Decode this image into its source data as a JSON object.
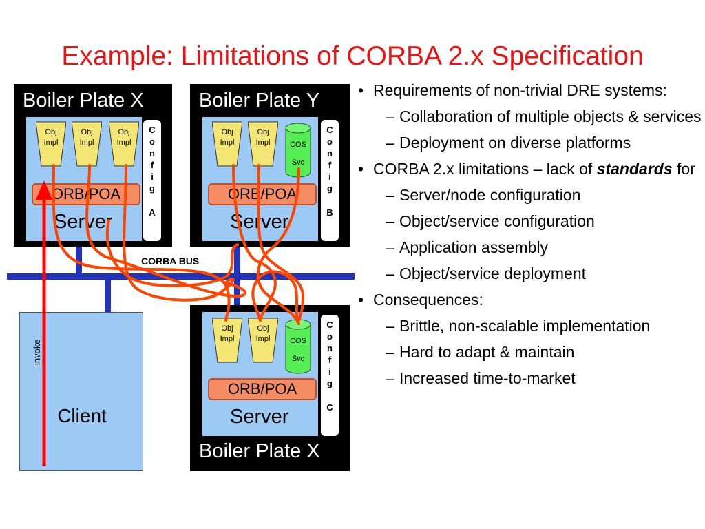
{
  "title": "Example: Limitations of CORBA 2.x Specification",
  "diagram": {
    "plate_x": {
      "label": "Boiler Plate X",
      "server_label": "Server",
      "orb_label": "ORB/POA",
      "config_letters": [
        "C",
        "o",
        "n",
        "f",
        "i",
        "g"
      ],
      "config_id": "A",
      "components": [
        {
          "line1": "Obj",
          "line2": "Impl"
        },
        {
          "line1": "Obj",
          "line2": "Impl"
        },
        {
          "line1": "Obj",
          "line2": "Impl"
        }
      ]
    },
    "plate_y": {
      "label": "Boiler Plate Y",
      "server_label": "Server",
      "orb_label": "ORB/POA",
      "config_letters": [
        "C",
        "o",
        "n",
        "f",
        "i",
        "g"
      ],
      "config_id": "B",
      "components": [
        {
          "line1": "Obj",
          "line2": "Impl"
        },
        {
          "line1": "Obj",
          "line2": "Impl"
        }
      ],
      "cos": {
        "line1": "COS",
        "line2": "Svc"
      }
    },
    "plate_x2": {
      "label": "Boiler Plate X",
      "server_label": "Server",
      "orb_label": "ORB/POA",
      "config_letters": [
        "C",
        "o",
        "n",
        "f",
        "i",
        "g"
      ],
      "config_id": "C",
      "components": [
        {
          "line1": "Obj",
          "line2": "Impl"
        },
        {
          "line1": "Obj",
          "line2": "Impl"
        }
      ],
      "cos": {
        "line1": "COS",
        "line2": "Svc"
      }
    },
    "bus_label": "CORBA BUS",
    "client_label": "Client",
    "invoke_label": "invoke",
    "colors": {
      "title": "#ee1111",
      "plate": "#000000",
      "server_bg": "#9ccaf4",
      "orb": "#f58c64",
      "cos": "#55ee55",
      "bus": "#2233bb",
      "links": "#ff4400"
    }
  },
  "bullets": [
    {
      "level": 1,
      "text": "Requirements of non-trivial DRE systems:"
    },
    {
      "level": 2,
      "text": "Collaboration of multiple objects & services"
    },
    {
      "level": 2,
      "text": "Deployment on diverse platforms"
    },
    {
      "level": 1,
      "text": "CORBA 2.x limitations – lack of ",
      "emphasis": "standards",
      "after": " for"
    },
    {
      "level": 2,
      "text": "Server/node configuration"
    },
    {
      "level": 2,
      "text": "Object/service configuration"
    },
    {
      "level": 2,
      "text": "Application assembly"
    },
    {
      "level": 2,
      "text": "Object/service deployment"
    },
    {
      "level": 1,
      "text": "Consequences:"
    },
    {
      "level": 2,
      "text": "Brittle, non-scalable implementation"
    },
    {
      "level": 2,
      "text": "Hard to adapt & maintain"
    },
    {
      "level": 2,
      "text": "Increased time-to-market"
    }
  ]
}
